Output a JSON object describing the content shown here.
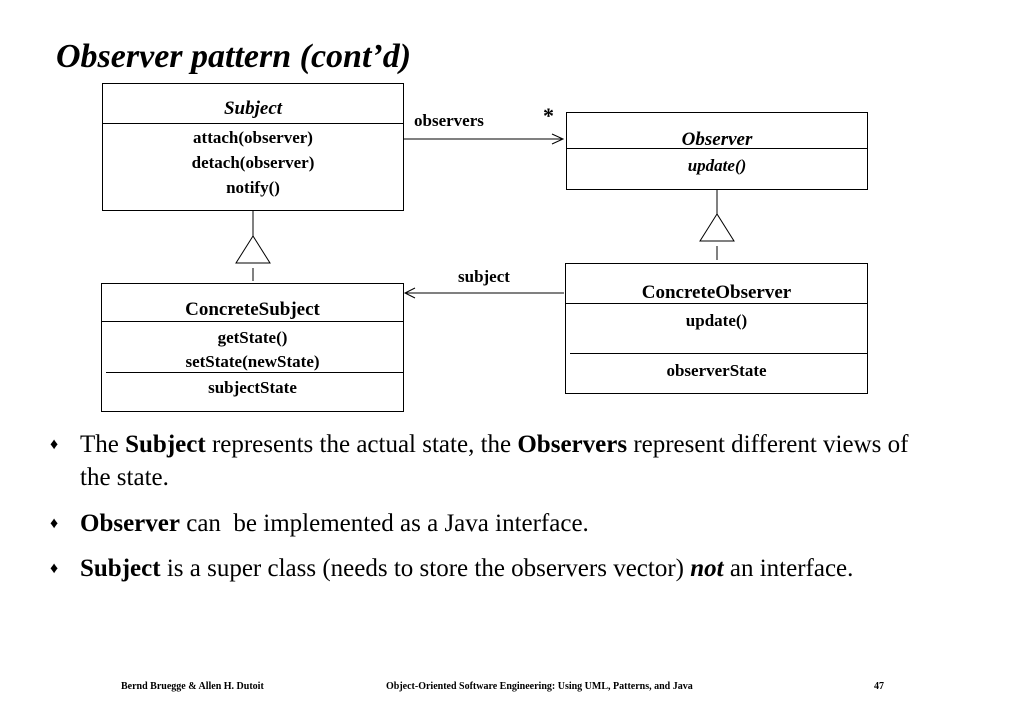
{
  "title": "Observer pattern (cont’d)",
  "classes": {
    "subject": {
      "name": "Subject",
      "ops": [
        "attach(observer)",
        "detach(observer)",
        "notify()"
      ]
    },
    "observer": {
      "name": "Observer",
      "ops": [
        "update()"
      ]
    },
    "concrete_subject": {
      "name": "ConcreteSubject",
      "ops": [
        "getState()",
        "setState(newState)"
      ],
      "attrs": [
        "subjectState"
      ]
    },
    "concrete_observer": {
      "name": "ConcreteObserver",
      "ops": [
        "update()"
      ],
      "attrs": [
        "observerState"
      ]
    }
  },
  "associations": {
    "observers_label": "observers",
    "multiplicity": "*",
    "subject_label": "subject"
  },
  "bullets": [
    {
      "symbol": "♦",
      "parts": {
        "p1": "The ",
        "b1": "Subject",
        "p2": " represents the actual state, the ",
        "b2": "Observers",
        "p3": " represent different views of the state."
      }
    },
    {
      "symbol": "♦",
      "parts": {
        "b1": "Observer",
        "p1": " can  be implemented as a Java interface."
      }
    },
    {
      "symbol": "♦",
      "parts": {
        "b1": "Subject",
        "p1": " is a super class (needs to store the observers vector) ",
        "bi1": "not",
        "p2": " an interface."
      }
    }
  ],
  "footer": {
    "authors": "Bernd Bruegge & Allen H. Dutoit",
    "book": "Object-Oriented Software Engineering: Using UML, Patterns, and Java",
    "page": "47"
  }
}
